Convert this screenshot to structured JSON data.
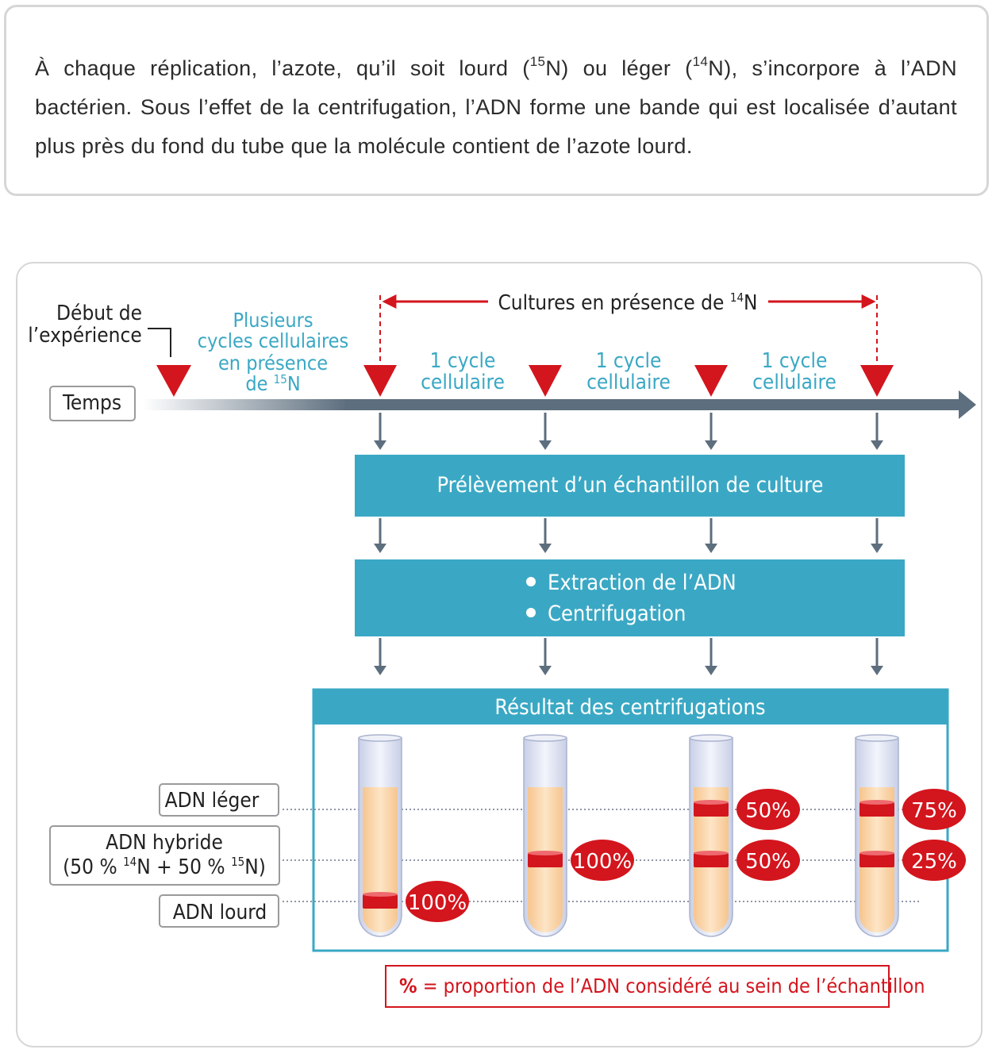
{
  "intro": {
    "part1": "À chaque réplication, l’azote, qu’il soit lourd (",
    "sup1": "15",
    "part2": "N) ou léger (",
    "sup2": "14",
    "part3": "N), s’incorpore à l’ADN bactérien. Sous l’effet de la centrifugation, l’ADN forme une bande qui est localisée d’autant plus près du fond du tube que la molécule contient de l’azote lourd."
  },
  "timeline": {
    "start_line1": "Début de",
    "start_line2": "l’expérience",
    "time_label": "Temps",
    "pre_cycles_line1": "Plusieurs",
    "pre_cycles_line2": "cycles cellulaires",
    "pre_cycles_line3": "en présence",
    "pre_cycles_line4_prefix": "de ",
    "pre_cycles_line4_sup": "15",
    "pre_cycles_line4_suffix": "N",
    "cultures_prefix": "Cultures en présence de ",
    "cultures_sup": "14",
    "cultures_suffix": "N",
    "cycle_labels": [
      {
        "line1": "1 cycle",
        "line2": "cellulaire"
      },
      {
        "line1": "1 cycle",
        "line2": "cellulaire"
      },
      {
        "line1": "1 cycle",
        "line2": "cellulaire"
      }
    ]
  },
  "steps": {
    "sampling": "Prélèvement d’un échantillon de culture",
    "extraction": "Extraction de l’ADN",
    "centrifugation": "Centrifugation",
    "results_title": "Résultat des centrifugations"
  },
  "bands": {
    "light": "ADN léger",
    "hybrid_line1": "ADN hybride",
    "hybrid_line2_a": "(50 % ",
    "hybrid_sup_a": "14",
    "hybrid_line2_b": "N + 50 % ",
    "hybrid_sup_b": "15",
    "hybrid_line2_c": "N)",
    "heavy": "ADN lourd"
  },
  "tubes": [
    {
      "light": "",
      "hybrid": "",
      "heavy": "100%"
    },
    {
      "light": "",
      "hybrid": "100%",
      "heavy": ""
    },
    {
      "light": "50%",
      "hybrid": "50%",
      "heavy": ""
    },
    {
      "light": "75%",
      "hybrid": "25%",
      "heavy": ""
    }
  ],
  "legend": {
    "symbol": "%",
    "text": " = proportion de l’ADN considéré au sein de l’échantillon"
  },
  "colors": {
    "teal": "#3aa8c4",
    "red": "#d3151d",
    "timeline_gray": "#5d6e7e",
    "tube_fill": "#f9d4a8"
  }
}
